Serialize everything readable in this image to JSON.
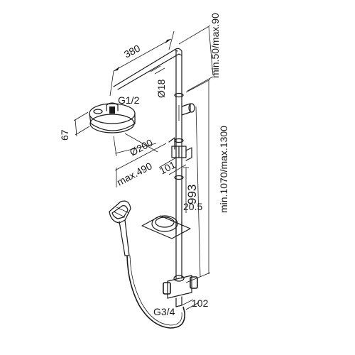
{
  "diagram": {
    "labels": {
      "width_380": "380",
      "g_half": "G1/2",
      "d18": "Ø18",
      "d200": "Ø200",
      "h67": "67",
      "max490": "max.490",
      "l101": "101",
      "d993": "993",
      "l20_5": "20.5",
      "min50max90": "min.50/max.90",
      "min1070max1300": "min.1070/max.1300",
      "g_three_quarter": "G3/4",
      "l102": "102"
    },
    "icons": [
      "shower-head",
      "hand-shower",
      "riser-rail",
      "slider-holder",
      "soap-dish",
      "mixer-valve",
      "hose"
    ]
  }
}
